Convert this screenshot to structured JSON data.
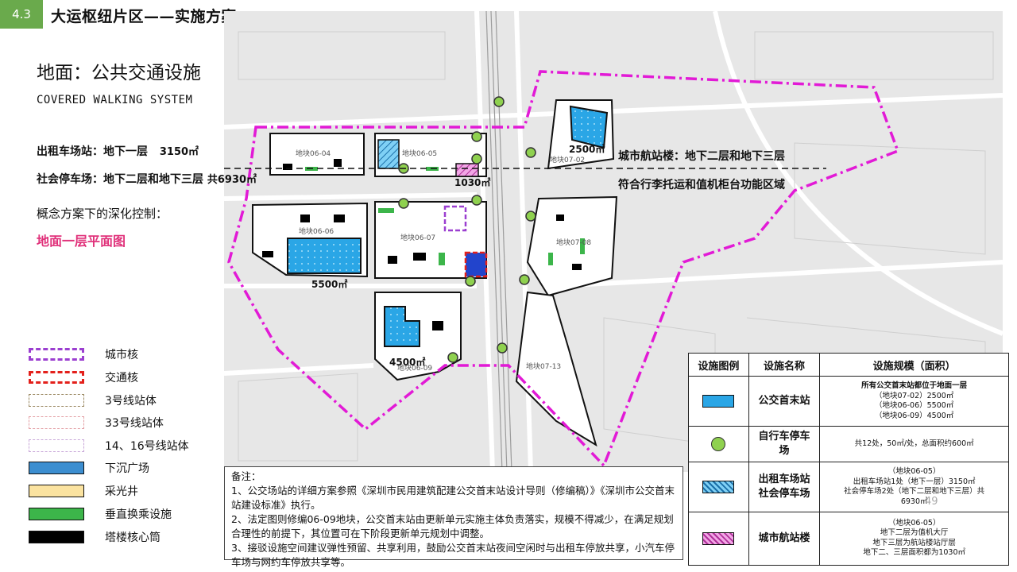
{
  "header": {
    "section_number": "4.3",
    "title": "大运枢纽片区——实施方案"
  },
  "heading": {
    "title": "地面：公共交通设施",
    "subtitle": "COVERED WALKING SYSTEM"
  },
  "annotations": {
    "taxi_station_label": "出租车场站：地下一层",
    "taxi_station_area": "3150㎡",
    "parking_label": "社会停车场：地下二层和地下三层",
    "parking_area": "共6930㎡",
    "terminal_label": "城市航站楼：地下二层和地下三层",
    "terminal_note": "符合行李托运和值机柜台功能区域",
    "concept_label": "概念方案下的深化控制：",
    "plan_label": "地面一层平面图"
  },
  "map": {
    "area_labels": [
      "2500㎡",
      "1030㎡",
      "5500㎡",
      "4500㎡"
    ],
    "plot_labels": [
      "地块06-04",
      "地块06-05",
      "地块07-02",
      "地块06-06",
      "地块06-07",
      "地块07-08",
      "地块06-09",
      "地块07-13"
    ]
  },
  "legend": {
    "items": [
      {
        "label": "城市核",
        "color": "#9b3fd0",
        "style": "dashed-box"
      },
      {
        "label": "交通核",
        "color": "#e3201b",
        "style": "dashed-box"
      },
      {
        "label": "3号线站体",
        "color": "#9c8a64",
        "style": "dashed-box"
      },
      {
        "label": "33号线站体",
        "color": "#e4a0a5",
        "style": "dashed-box"
      },
      {
        "label": "14、16号线站体",
        "color": "#c9a8d9",
        "style": "dashed-box"
      },
      {
        "label": "下沉广场",
        "color": "#3c8ed0",
        "style": "fill"
      },
      {
        "label": "采光井",
        "color": "#fbe3a0",
        "style": "fill"
      },
      {
        "label": "垂直换乘设施",
        "color": "#3cb54a",
        "style": "fill"
      },
      {
        "label": "塔楼核心筒",
        "color": "#000000",
        "style": "fill"
      }
    ]
  },
  "table": {
    "headers": [
      "设施图例",
      "设施名称",
      "设施规模（面积）"
    ],
    "rows": [
      {
        "icon": "bus-terminal-swatch",
        "name": "公交首末站",
        "scale_title": "所有公交首末站都位于地面一层",
        "scale": [
          "（地块07-02）2500㎡",
          "（地块06-06）5500㎡",
          "（地块06-09）4500㎡"
        ]
      },
      {
        "icon": "bicycle-parking-circle",
        "name": "自行车停车场",
        "scale_title": "",
        "scale": [
          "共12处，50㎡/处，总面积约600㎡"
        ]
      },
      {
        "icon": "taxi-parking-hatch",
        "name": "出租车场站\n社会停车场",
        "scale_title": "",
        "scale": [
          "（地块06-05）",
          "出租车场站1处（地下一层）3150㎡",
          "社会停车场2处（地下二层和地下三层）共",
          "6930㎡"
        ]
      },
      {
        "icon": "air-terminal-hatch",
        "name": "城市航站楼",
        "scale_title": "",
        "scale": [
          "（地块06-05）",
          "地下二层为值机大厅",
          "地下三层为航站楼站厅层",
          "地下二、三层面积都为1030㎡"
        ]
      }
    ]
  },
  "notes": {
    "title": "备注：",
    "lines": [
      "1、公交场站的详细方案参照《深圳市民用建筑配建公交首末站设计导则（修编稿）》《深圳市公交首末站建设标准》执行。",
      "2、法定图则修编06-09地块，公交首末站由更新单元实施主体负责落实，规模不得减少，在满足规划合理性的前提下，其位置可在下阶段更新单元规划中调整。",
      "3、接驳设施空间建议弹性预留、共享利用，鼓励公交首末站夜间空闲时与出租车停放共享，小汽车停车场与网约车停放共享等。"
    ]
  },
  "page_number": "49",
  "colors": {
    "section_badge": "#6aaa4c",
    "magenta_boundary": "#e21ad6",
    "bus_blue": "#2aa6e6",
    "bike_green": "#8fd14f",
    "pink_label": "#e0317a"
  }
}
